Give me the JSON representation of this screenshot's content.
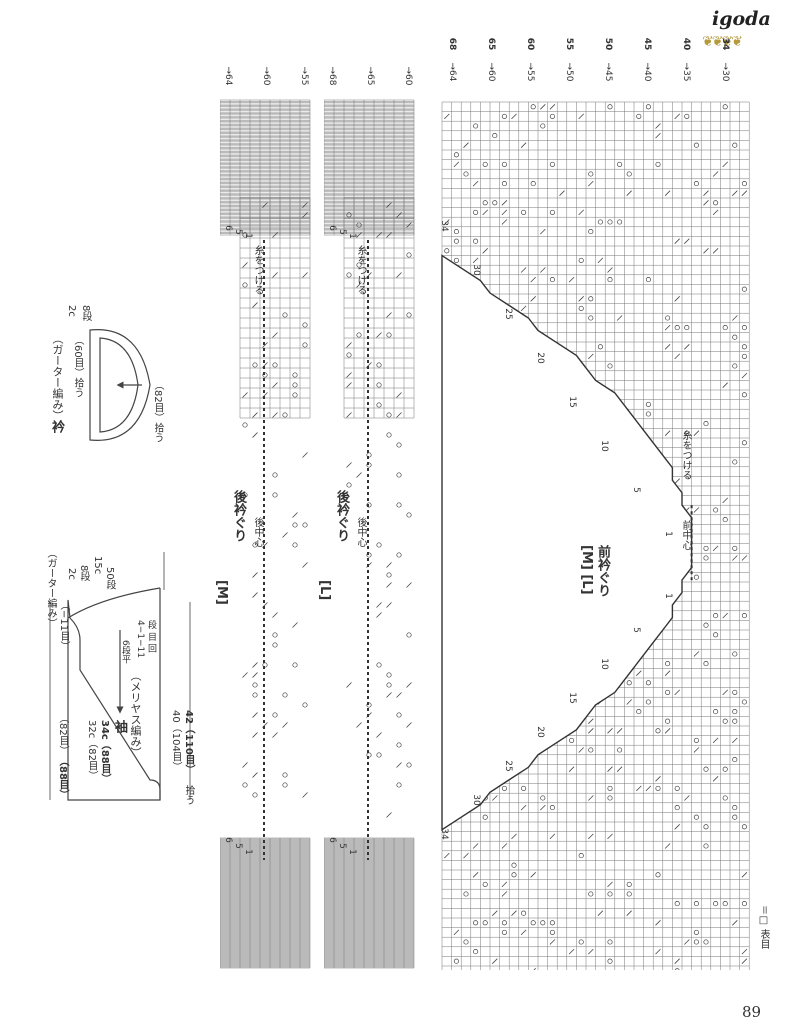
{
  "page": {
    "brand": "igoda",
    "page_number": "89",
    "deco": "❦❦❦❦"
  },
  "sleeve": {
    "title": "袖",
    "stitch": "（メリヤス編み）",
    "edge_stitch": "（ガーター編み）",
    "edge_dec": "（−11目）",
    "length_cm": "15c",
    "length_rows": "50段",
    "edge_cm": "2c",
    "edge_rows": "8段",
    "bottom_cm": "32c（82目）",
    "bottom_cm_l": "34c（88目）",
    "top_stitches": "（82目）",
    "top_stitches_l": "（88目）",
    "pickup_cm": "40（104目）",
    "pickup_cm_l": "42（110目）",
    "pickup_label": "拾う",
    "rule_1": "6段平",
    "rule_2": "4−1−11",
    "rule_3": "段 目 回"
  },
  "collar": {
    "title": "衿",
    "stitch": "（ガーター編み）",
    "inner": "（60目）拾う",
    "outer": "（82目）拾う",
    "cm": "2c",
    "rows": "8段"
  },
  "charts": [
    {
      "id": "back-m",
      "size": "[M]",
      "title": "後衿ぐり",
      "center": "後中心",
      "attach": "糸をつける",
      "top_cols": [
        "64",
        "60",
        "55"
      ],
      "side_top": [
        "6",
        "5",
        "1"
      ],
      "side_bottom": [
        "6",
        "5",
        "1"
      ]
    },
    {
      "id": "back-l",
      "size": "[L]",
      "title": "後衿ぐり",
      "center": "後中心",
      "attach": "糸をつける",
      "top_cols": [
        "68",
        "65",
        "60"
      ],
      "side_top": [
        "6",
        "5",
        "1"
      ],
      "side_bottom": [
        "6",
        "5",
        "1"
      ]
    },
    {
      "id": "front-ml",
      "size": "[M] [L]",
      "title": "前衿ぐり",
      "center": "前中心",
      "attach": "糸をつける",
      "top_cols_bold": [
        "68",
        "65",
        "60",
        "55",
        "50",
        "45",
        "40",
        "34"
      ],
      "top_cols": [
        "64",
        "60",
        "55",
        "50",
        "45",
        "40",
        "35",
        "30"
      ],
      "left_rows_top": [
        "34",
        "30",
        "25",
        "20",
        "15",
        "10",
        "5",
        "1"
      ],
      "left_rows_bottom": [
        "1",
        "5",
        "10",
        "15",
        "20",
        "25",
        "30",
        "34"
      ]
    }
  ],
  "legend": {
    "symbol": "□",
    "text": "＝□ 表目"
  }
}
